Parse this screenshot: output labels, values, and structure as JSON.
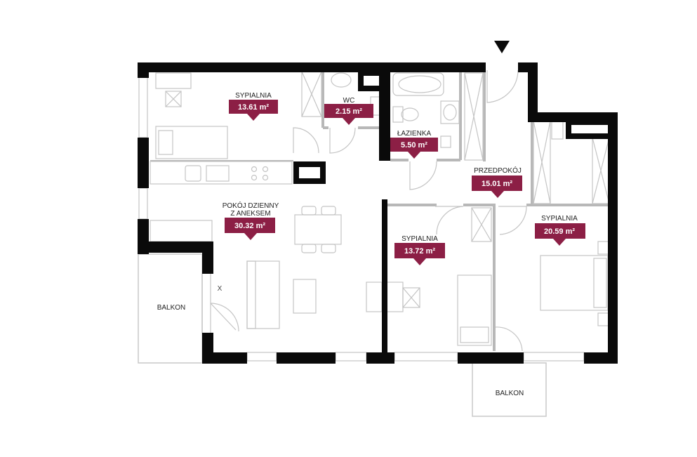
{
  "colors": {
    "wall": "#0a0a0a",
    "partition": "#b8b8b8",
    "furniture": "#c4c4c4",
    "badge": "#8c1f45",
    "badge_text": "#ffffff"
  },
  "entrance_icon": "triangle-down-icon",
  "rooms": [
    {
      "id": "bedroom-1",
      "label": "SYPIALNIA",
      "area": "13.61 m²"
    },
    {
      "id": "wc",
      "label": "WC",
      "area": "2.15 m²"
    },
    {
      "id": "bathroom",
      "label": "ŁAZIENKA",
      "area": "5.50 m²"
    },
    {
      "id": "hallway",
      "label": "PRZEDPOKÓJ",
      "area": "15.01 m²"
    },
    {
      "id": "living-room",
      "label_line1": "POKÓJ DZIENNY",
      "label_line2": "Z ANEKSEM",
      "area": "30.32 m²"
    },
    {
      "id": "bedroom-2",
      "label": "SYPIALNIA",
      "area": "13.72 m²"
    },
    {
      "id": "bedroom-3",
      "label": "SYPIALNIA",
      "area": "20.59 m²"
    }
  ],
  "balconies": [
    {
      "label": "BALKON"
    },
    {
      "label": "BALKON"
    }
  ],
  "window_mark": "X"
}
